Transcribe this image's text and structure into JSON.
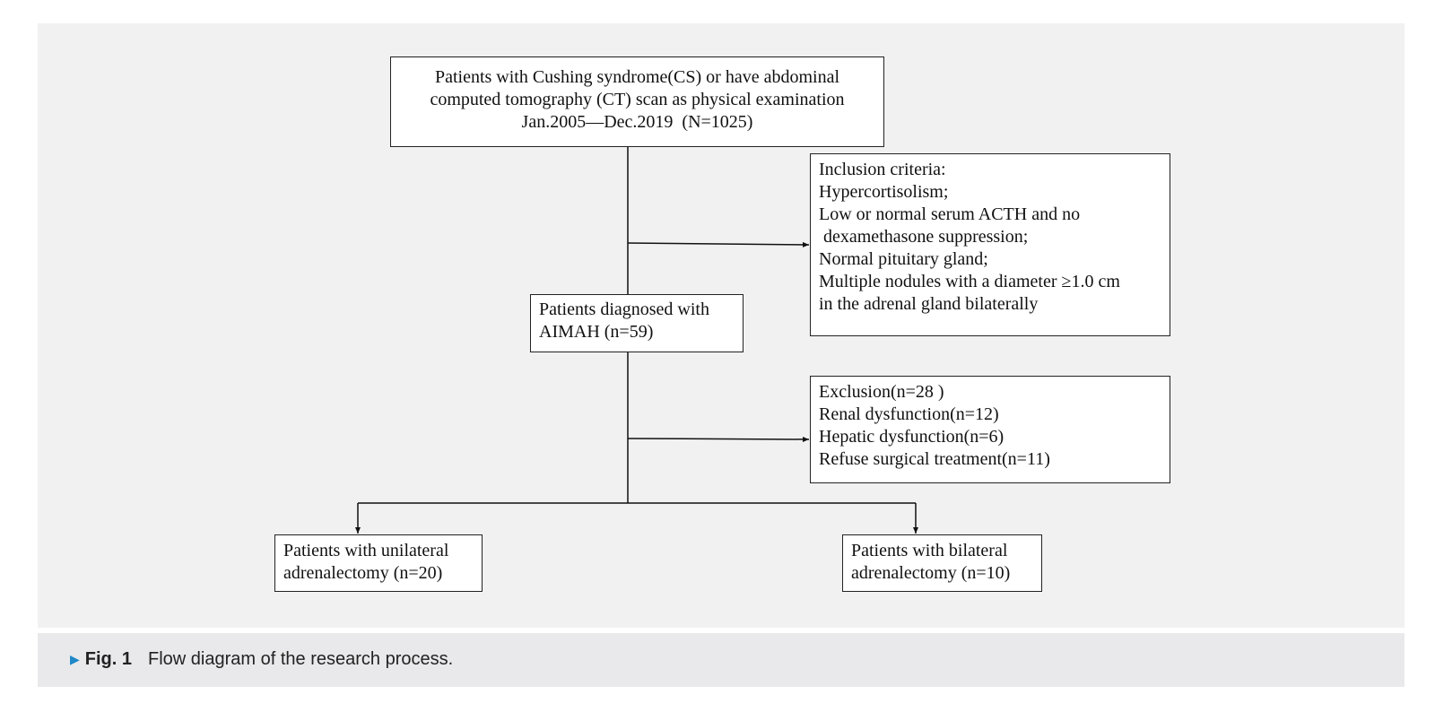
{
  "diagram": {
    "source_box": {
      "lines": [
        "Patients with Cushing syndrome(CS) or have abdominal",
        "computed tomography (CT) scan as physical examination",
        "Jan.2005—Dec.2019  (N=1025)"
      ]
    },
    "inclusion_box": {
      "lines": [
        "Inclusion criteria:",
        "Hypercortisolism;",
        "Low or normal serum ACTH and no",
        " dexamethasone suppression;",
        "Normal pituitary gland;",
        "Multiple nodules with a diameter ≥1.0 cm",
        "in the adrenal gland bilaterally"
      ]
    },
    "aimah_box": {
      "lines": [
        "Patients diagnosed with",
        "AIMAH (n=59)"
      ]
    },
    "exclusion_box": {
      "lines": [
        "Exclusion(n=28 )",
        "Renal dysfunction(n=12)",
        "Hepatic dysfunction(n=6)",
        "Refuse surgical treatment(n=11)"
      ]
    },
    "unilateral_box": {
      "lines": [
        "Patients with unilateral",
        "adrenalectomy (n=20)"
      ]
    },
    "bilateral_box": {
      "lines": [
        "Patients with bilateral",
        "adrenalectomy (n=10)"
      ]
    }
  },
  "caption": {
    "label": "Fig. 1",
    "text": "Flow diagram of the research process.",
    "marker_color": "#1e88c8"
  }
}
